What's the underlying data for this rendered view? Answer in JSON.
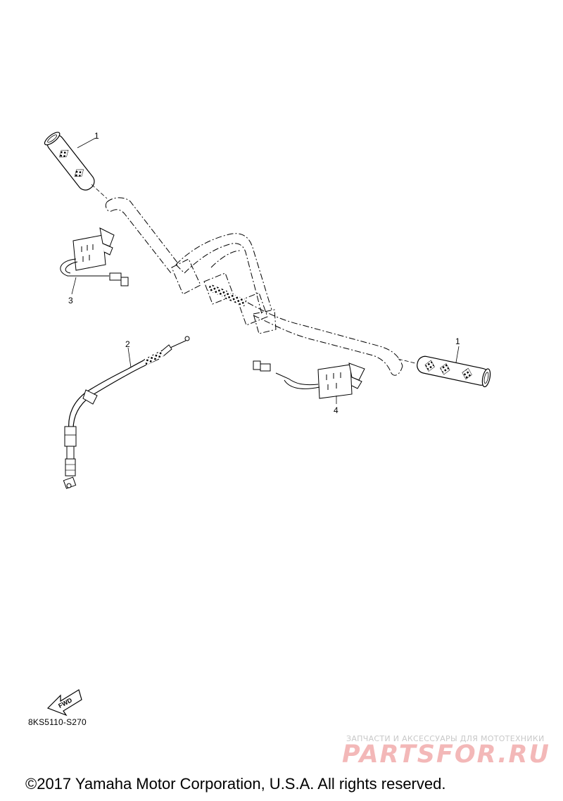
{
  "diagram": {
    "callouts": {
      "grip_left": "1",
      "grip_right": "1",
      "throttle_cable": "2",
      "heater_left": "3",
      "heater_right": "4"
    },
    "fwd_arrow_label": "FWD",
    "diagram_code": "8KS5110-S270"
  },
  "watermark": {
    "tagline": "ЗАПЧАСТИ И АКСЕССУАРЫ ДЛЯ МОТОТЕХНИКИ",
    "logo": "PARTSFOR.RU"
  },
  "footer": {
    "copyright": "©2017 Yamaha Motor Corporation, U.S.A. All rights reserved."
  }
}
